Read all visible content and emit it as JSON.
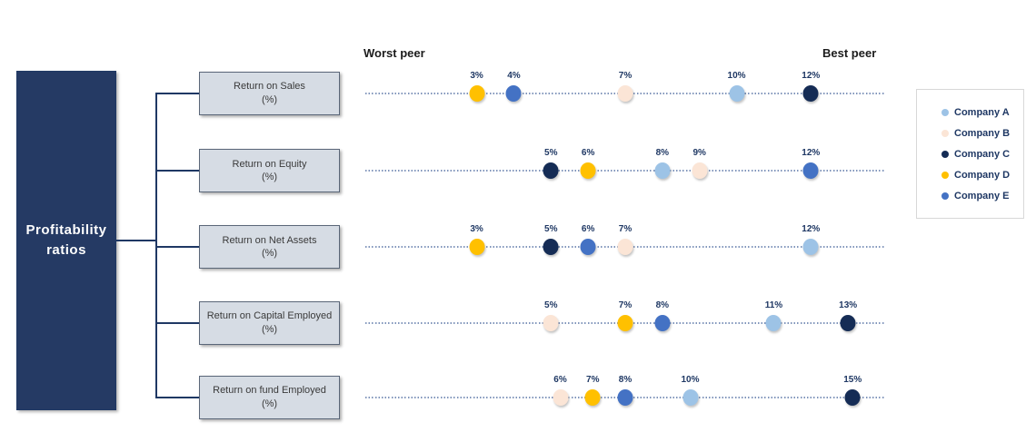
{
  "root": {
    "title": "Profitability ratios"
  },
  "chart_data": {
    "type": "scatter",
    "title": "Profitability ratios",
    "axis_labels": {
      "left": "Worst peer",
      "right": "Best peer"
    },
    "categories": [
      "Return on Sales",
      "Return on Equity",
      "Return on Net Assets",
      "Return on Capital Employed",
      "Return on fund Employed"
    ],
    "category_unit": "(%)",
    "axis_min": 0,
    "axis_max_per_row": [
      14,
      14,
      14,
      14,
      16
    ],
    "grid": "dotted horizontal line per row",
    "legend_position": "right",
    "value_suffix": "%",
    "series": [
      {
        "name": "Company A",
        "color": "#9DC3E6",
        "values": [
          10,
          8,
          12,
          11,
          10
        ]
      },
      {
        "name": "Company B",
        "color": "#FBE5D6",
        "values": [
          7,
          9,
          7,
          5,
          6
        ]
      },
      {
        "name": "Company C",
        "color": "#152C55",
        "values": [
          12,
          5,
          5,
          13,
          15
        ]
      },
      {
        "name": "Company D",
        "color": "#FFC000",
        "values": [
          3,
          6,
          3,
          7,
          7
        ]
      },
      {
        "name": "Company E",
        "color": "#4472C4",
        "values": [
          4,
          12,
          6,
          8,
          8
        ]
      }
    ]
  },
  "colors": {
    "navy": "#1F3864",
    "root_fill": "#253A64",
    "box_fill": "#D6DCE4",
    "box_border": "#5A6678",
    "dotted_line": "#8095BB",
    "label_navy": "#1F3864"
  }
}
